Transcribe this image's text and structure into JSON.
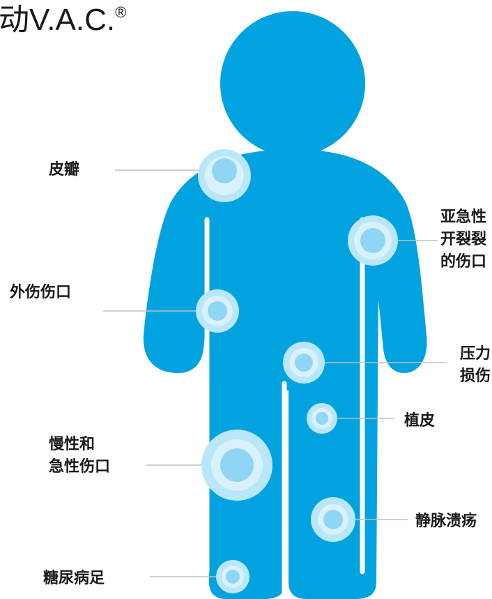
{
  "title": {
    "text": "动V.A.C.",
    "superscript": "®"
  },
  "colors": {
    "body": "#00a3e0",
    "ring_outer": "#b9e6f8",
    "ring_mid": "#d9f1fb",
    "ring_inner": "#8fd6f4",
    "stroke": "#ffffff",
    "leader_line": "#bfbfbf"
  },
  "labels": {
    "pibian": [
      "皮瓣"
    ],
    "yajixing": [
      "亚急性",
      "开裂裂",
      "的伤口"
    ],
    "waishang": [
      "外伤伤口"
    ],
    "yali": [
      "压力",
      "损伤"
    ],
    "zhipi": [
      "植皮"
    ],
    "manxing": [
      "慢性和",
      "急性伤口"
    ],
    "jingmai": [
      "静脉溃疡"
    ],
    "tangniao": [
      "糖尿病足"
    ]
  }
}
